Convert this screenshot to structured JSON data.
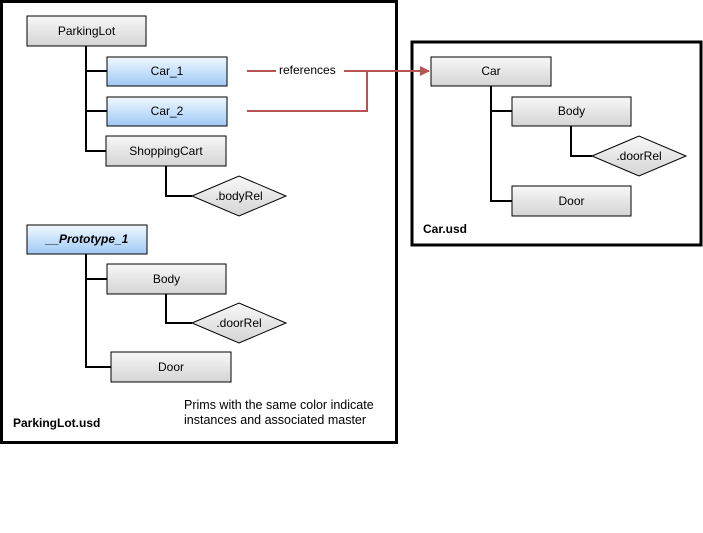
{
  "files": {
    "parking_lot": "ParkingLot.usd",
    "car": "Car.usd"
  },
  "prims": {
    "parking_lot": "ParkingLot",
    "car_1": "Car_1",
    "car_2": "Car_2",
    "shopping_cart": "ShoppingCart",
    "prototype": "__Prototype_1",
    "proto_body": "Body",
    "proto_door": "Door",
    "car_root": "Car",
    "car_body": "Body",
    "car_door": "Door"
  },
  "relationships": {
    "body_rel": ".bodyRel",
    "proto_door_rel": ".doorRel",
    "car_door_rel": ".doorRel"
  },
  "arrow_label": "references",
  "note": {
    "line1": "Prims with the same color indicate",
    "line2": "instances and associated master"
  },
  "colors": {
    "instance_fill": "#a8d0f8",
    "plain_fill": "#e0e0e0",
    "reference_arrow": "#b85450",
    "border": "#000000"
  }
}
